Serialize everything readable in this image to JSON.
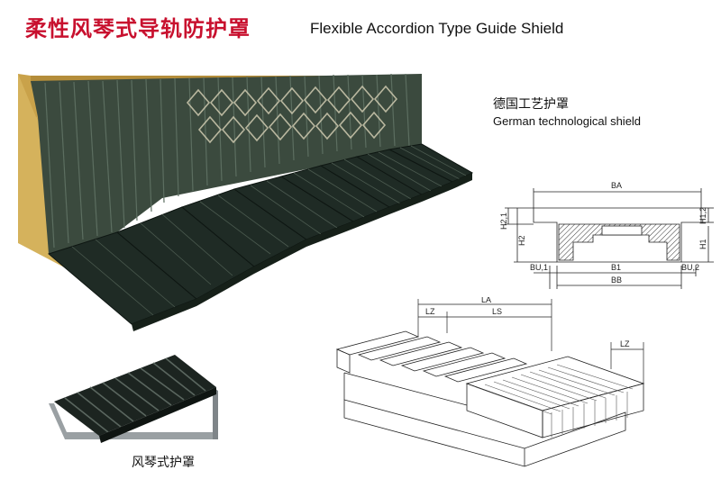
{
  "title_cn": "柔性风琴式导轨防护罩",
  "title_en": "Flexible Accordion Type Guide Shield",
  "german_shield": {
    "caption_cn": "德国工艺护罩",
    "caption_en": "German technological shield"
  },
  "accordion_caption_cn": "风琴式护罩",
  "section_labels": {
    "BA": "BA",
    "B1": "B1",
    "BB": "BB",
    "BU1": "BU,1",
    "BU2": "BU,2",
    "H1": "H1",
    "H2": "H2",
    "H1_2": "H1,2",
    "H2_1": "H2,1"
  },
  "iso_labels": {
    "LA": "LA",
    "LZ": "LZ",
    "LS": "LS",
    "LZ2": "LZ"
  },
  "colors": {
    "title_red": "#c8102e",
    "bellows_dark": "#22302a",
    "frame_wood": "#c9a24a"
  }
}
